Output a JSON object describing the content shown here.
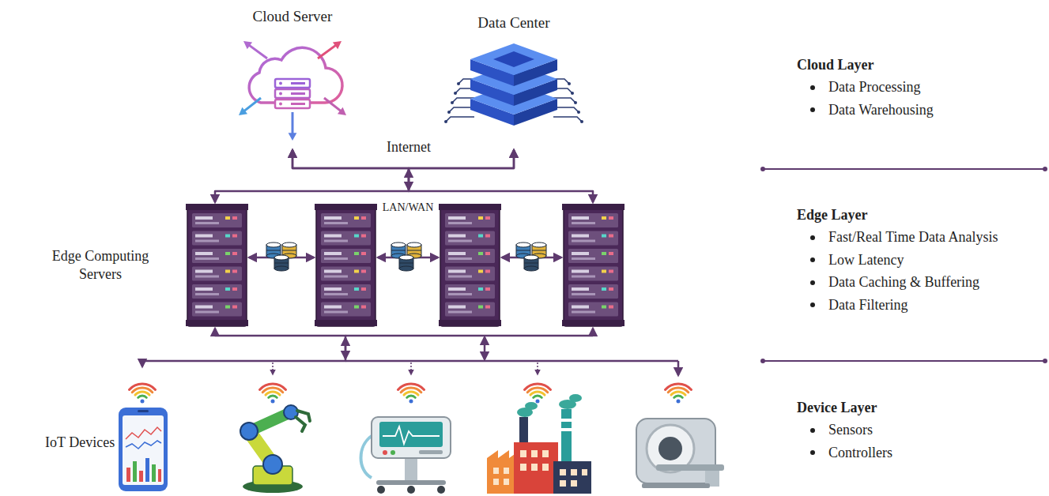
{
  "diagram": {
    "nodes": [
      {
        "text": [
          "Cloud Server"
        ]
      },
      {
        "text": [
          "Data Center"
        ]
      },
      {
        "text": [
          "Cloud Layer",
          "Data Processing",
          "Data Warehousing"
        ]
      },
      {
        "text": [
          "Edge Computing Servers"
        ]
      },
      {
        "text": [
          "Edge Layer",
          "Fast/Real Time Data Analysis",
          "Low Latency",
          "Data Caching & Buffering",
          "Data Filtering"
        ]
      },
      {
        "text": [
          "IoT Devices"
        ]
      },
      {
        "text": [
          "Device Layer",
          "Sensors",
          "Controllers"
        ]
      }
    ],
    "edges": [
      {
        "from": 0,
        "to": 1,
        "label": "Internet",
        "arrow": "both"
      },
      {
        "from": 0,
        "to": 3,
        "arrow": "both"
      },
      {
        "from": 1,
        "to": 3,
        "arrow": "both"
      },
      {
        "from": 3,
        "to": 5,
        "arrow": "both"
      }
    ],
    "labels": [
      "LAN/WAN"
    ]
  }
}
